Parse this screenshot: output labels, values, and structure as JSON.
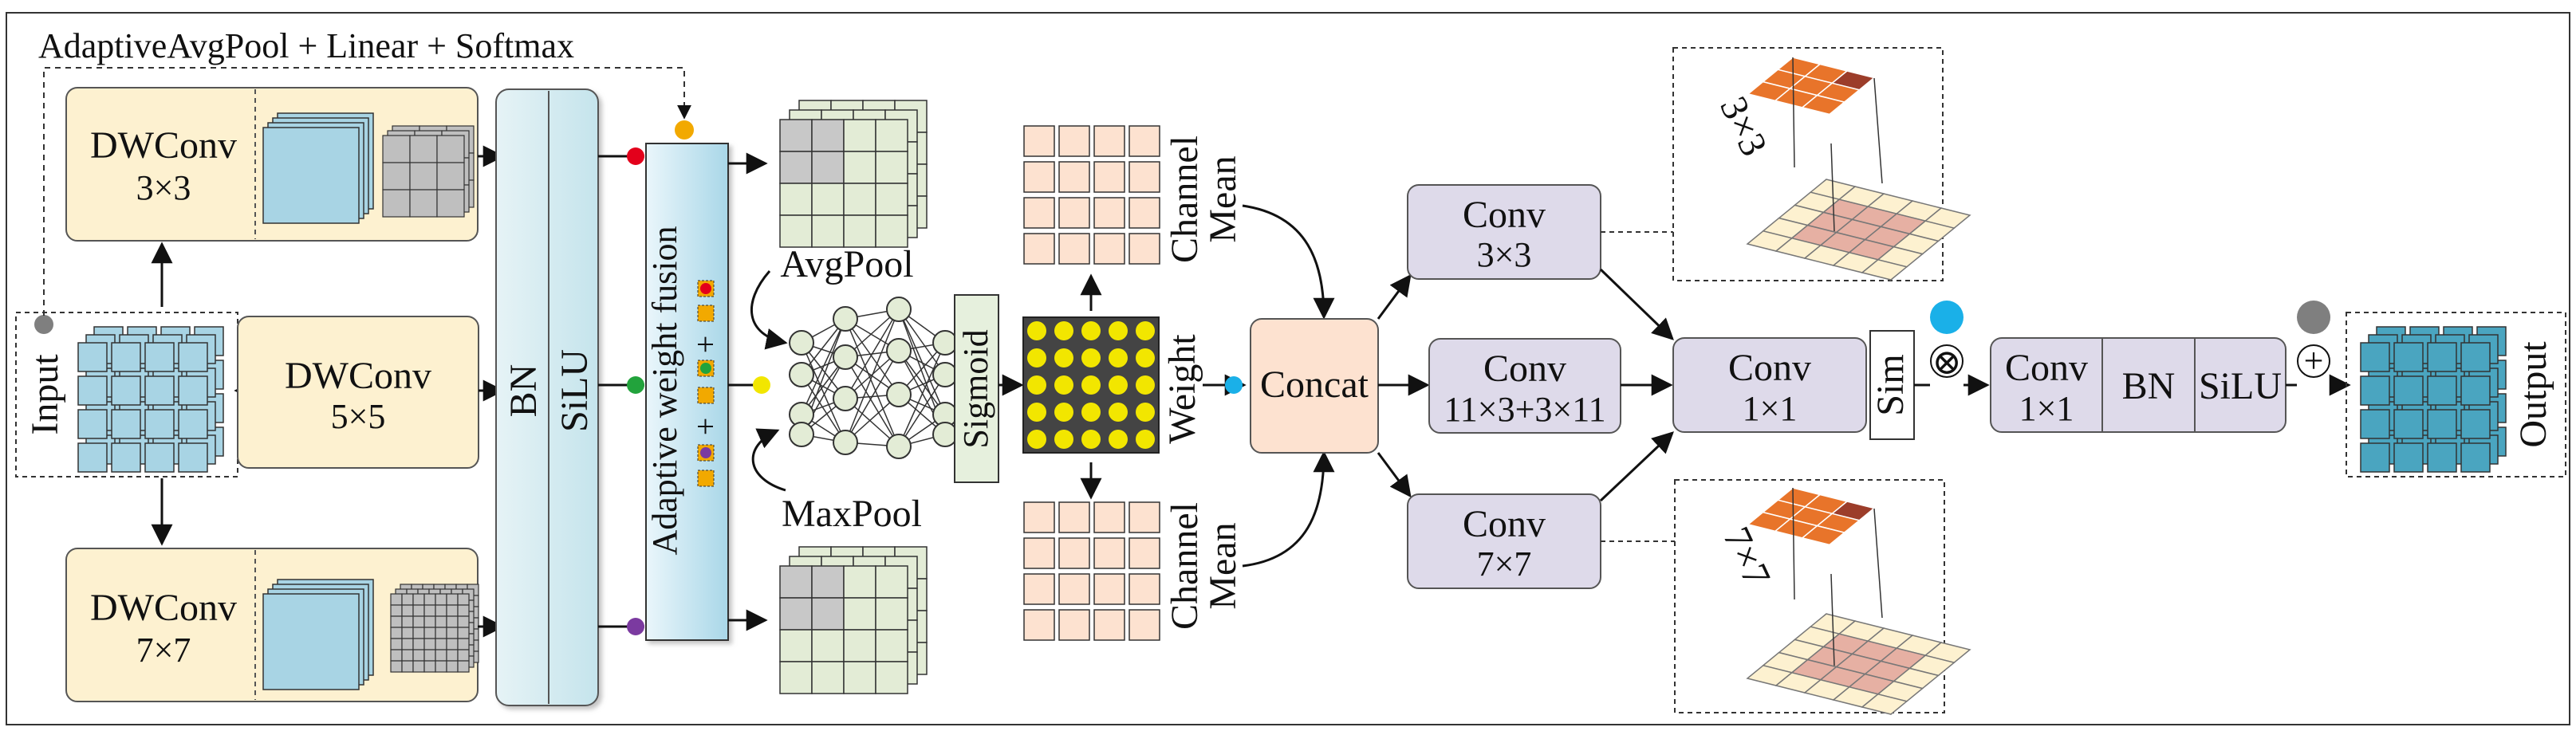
{
  "top_label": "AdaptiveAvgPool + Linear + Softmax",
  "input_label": "Input",
  "output_label": "Output",
  "dwconv": [
    {
      "name": "DWConv",
      "kernel": "3×3"
    },
    {
      "name": "DWConv",
      "kernel": "5×5"
    },
    {
      "name": "DWConv",
      "kernel": "7×7"
    }
  ],
  "bn_label": "BN",
  "silu_label": "SiLU",
  "fusion": {
    "label": "Adaptive weight fusion",
    "plus1": "+",
    "plus2": "+"
  },
  "avgpool_label": "AvgPool",
  "maxpool_label": "MaxPool",
  "sigmoid_label": "Sigmoid",
  "weight_label": "Weight",
  "channel_mean_top": [
    "Channel",
    "Mean"
  ],
  "channel_mean_bottom": [
    "Channel",
    "Mean"
  ],
  "concat_label": "Concat",
  "convs": {
    "c3": {
      "name": "Conv",
      "kernel": "3×3"
    },
    "c11": {
      "name": "Conv",
      "kernel": "11×3+3×11"
    },
    "c7": {
      "name": "Conv",
      "kernel": "7×7"
    },
    "c1": {
      "name": "Conv",
      "kernel": "1×1"
    }
  },
  "kernel_top_label": "3×3",
  "kernel_bottom_label": "7×7",
  "sim_label": "Sim",
  "multiply_symbol": "⊗",
  "add_symbol": "+",
  "final_block": {
    "conv": "Conv",
    "kernel": "1×1",
    "bn": "BN",
    "silu": "SiLU"
  },
  "colors": {
    "cream": "#fdf1d0",
    "lavender": "#dedaea",
    "peach": "#fde2d0",
    "teal": "#4aa5c0",
    "light_blue": "#a8d4e4",
    "red_dot": "#e3001b",
    "green_dot": "#22a33c",
    "purple_dot": "#7b3aa0",
    "yellow_dot": "#f2e600",
    "orange_dot": "#f2a900",
    "cyan_dot": "#1ab0e8",
    "grey_dot": "#7f7f7f",
    "sigmoid_bg": "#e6f0dd"
  }
}
